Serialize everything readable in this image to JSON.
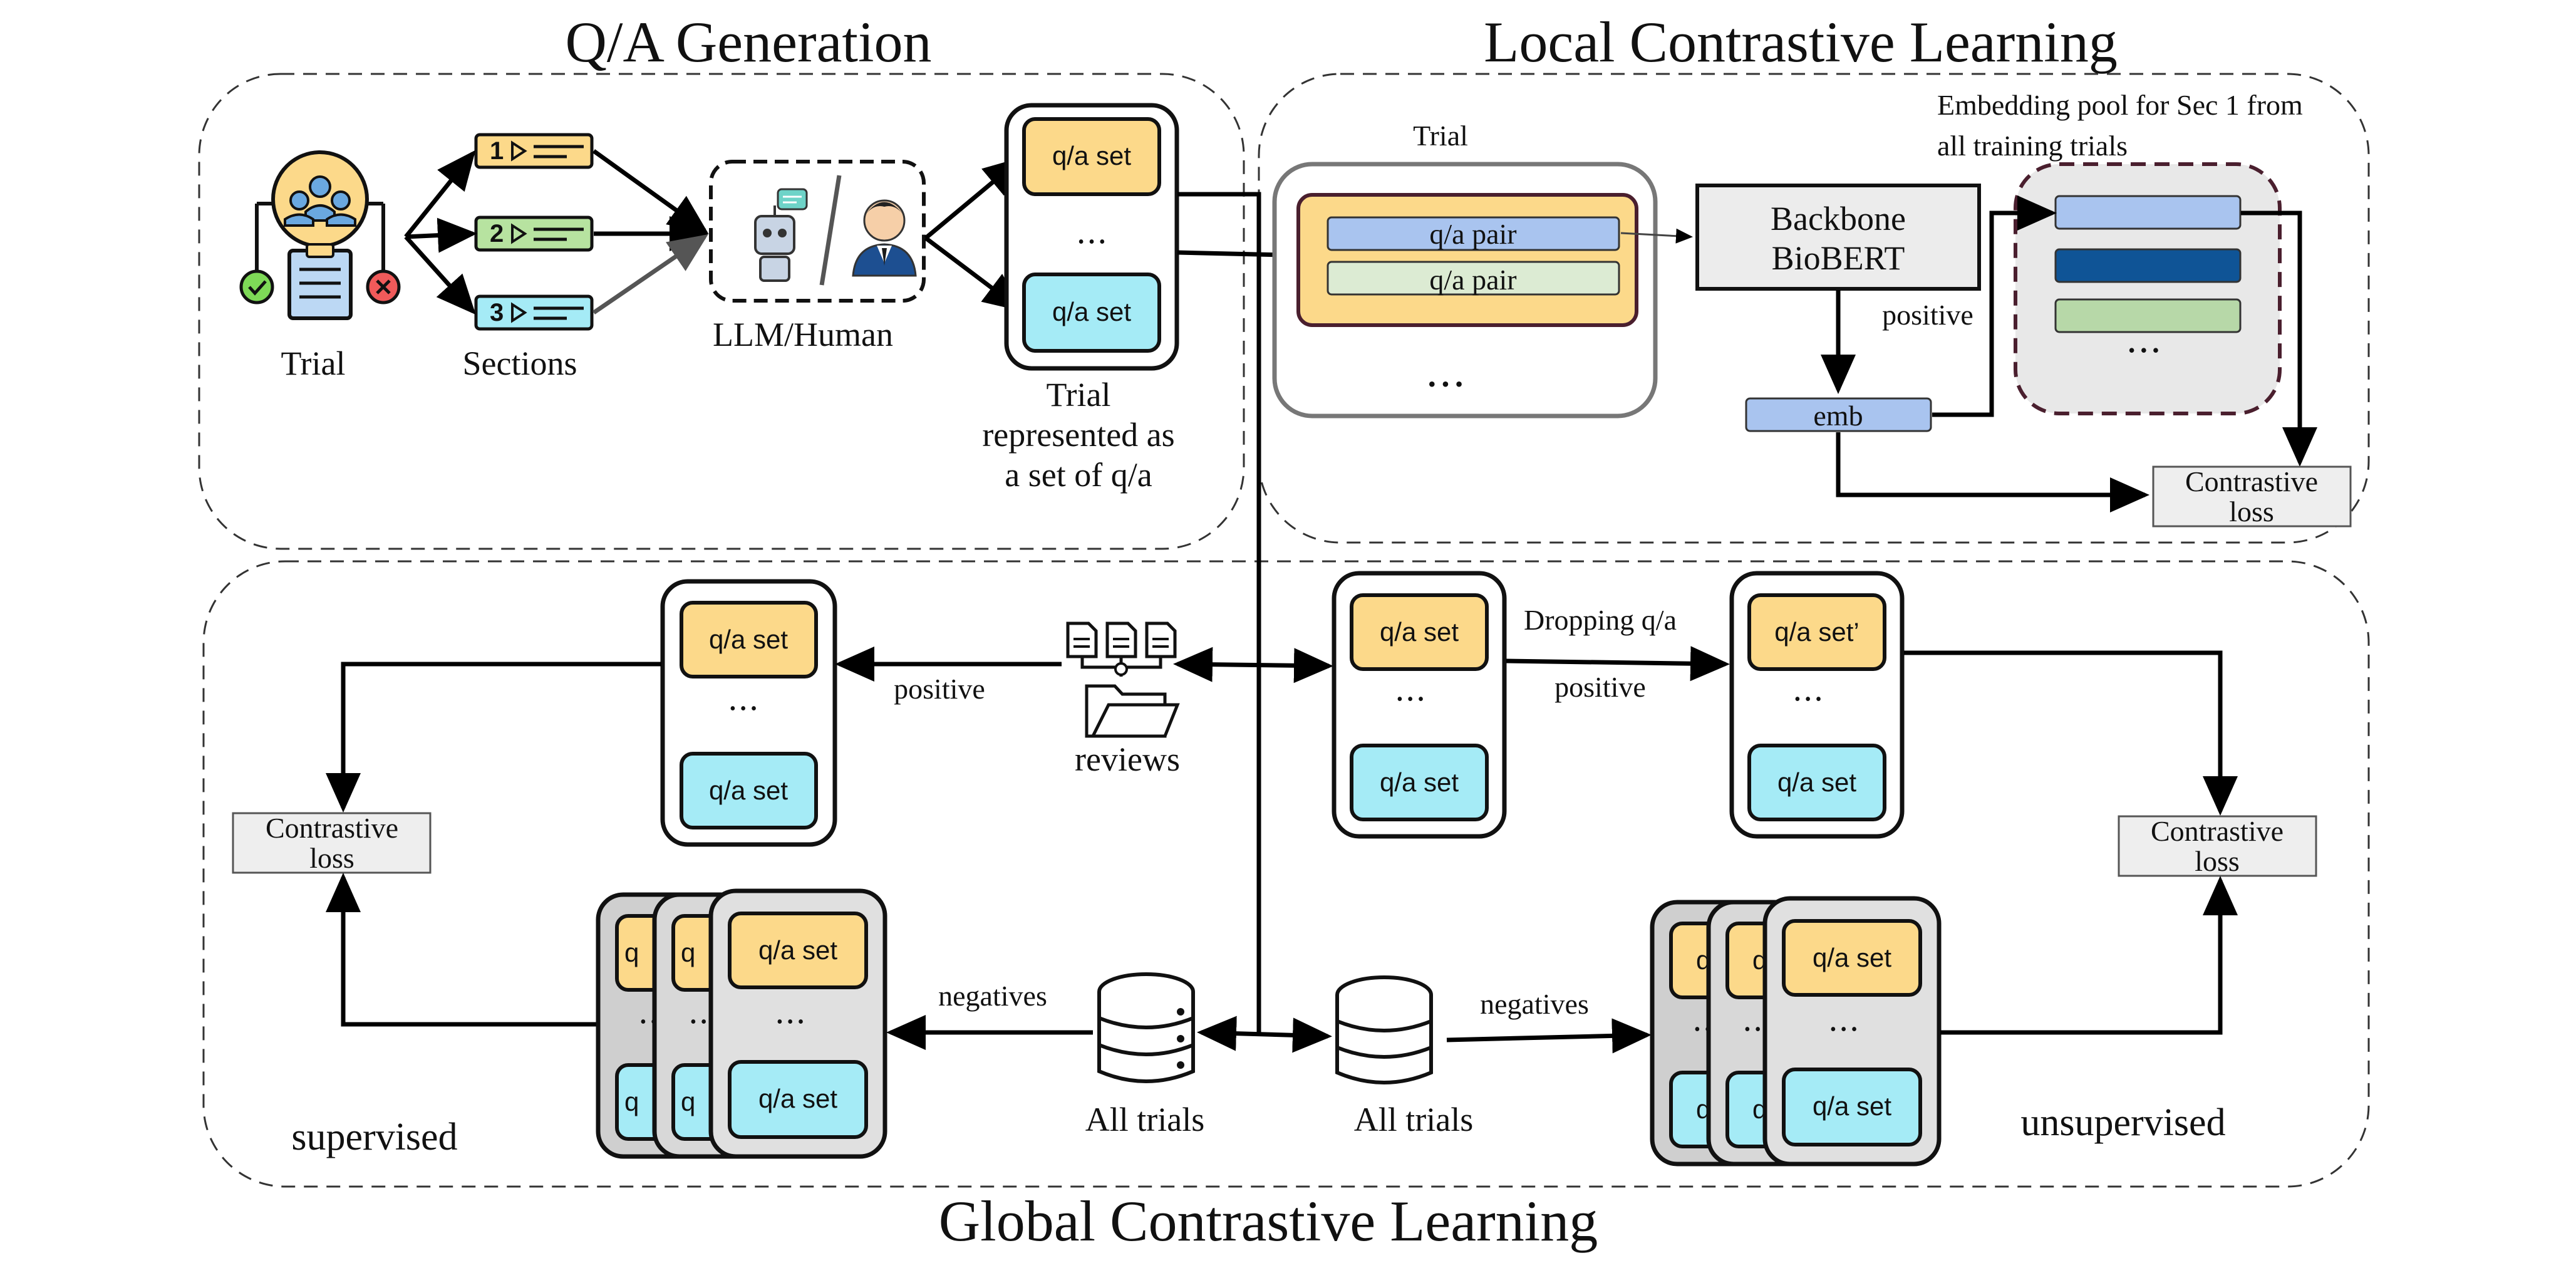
{
  "titles": {
    "qa_generation": "Q/A Generation",
    "local_cl": "Local Contrastive Learning",
    "global_cl": "Global Contrastive Learning"
  },
  "qa_gen": {
    "trial_label": "Trial",
    "sections_label": "Sections",
    "section_numbers": [
      "1",
      "2",
      "3"
    ],
    "llm_label": "LLM/Human",
    "qa_set": "q/a set",
    "ellipsis": "• • •",
    "trial_rep_line1": "Trial",
    "trial_rep_line2": "represented as",
    "trial_rep_line3": "a set of q/a"
  },
  "local": {
    "trial_label": "Trial",
    "qa_pair": "q/a pair",
    "ellipsis": "• • •",
    "backbone_line1": "Backbone",
    "backbone_line2": "BioBERT",
    "positive": "positive",
    "emb": "emb",
    "pool_line1": "Embedding pool for Sec 1 from",
    "pool_line2": "all training trials",
    "contrastive_line1": "Contrastive",
    "contrastive_line2": "loss"
  },
  "global": {
    "qa_set": "q/a set",
    "qa_set_prime": "q/a set’",
    "qa_partial": "q",
    "ellipsis": "• • •",
    "positive": "positive",
    "reviews": "reviews",
    "dropping": "Dropping q/a",
    "negatives": "negatives",
    "all_trials": "All trials",
    "contrastive_line1": "Contrastive",
    "contrastive_line2": "loss",
    "supervised": "supervised",
    "unsupervised": "unsupervised"
  },
  "colors": {
    "yellow": "#fcd98a",
    "cyan": "#a5ebf6",
    "blue_light": "#a9c4ef",
    "blue_dark": "#0f5496",
    "green_light": "#b7d8a8",
    "gray_box": "#d8d8d8",
    "loss_box": "#eeeeee",
    "dark_purple": "#4a1f2e"
  }
}
